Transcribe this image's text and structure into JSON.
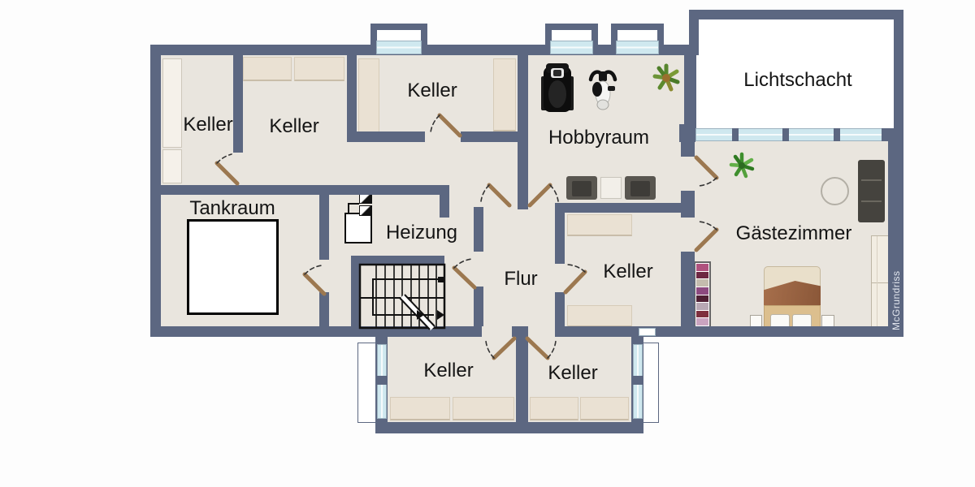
{
  "app": {
    "type": "floor-plan",
    "watermark": "McGrundriss"
  },
  "colors": {
    "wall": "#5c6781",
    "floor": "#e9e5de",
    "window_glass": "#cfe8ef",
    "door_leaf": "#a5805a",
    "door_arc": "#333333",
    "label_text": "#141414",
    "shelf_tan": "#eae1d3",
    "shelf_white": "#f5f1ea",
    "furniture_dark": "#45433e",
    "plant_green": "#4a8f3a",
    "bed_blanket": "#9b6748",
    "tank_fill": "#ffffff"
  },
  "rooms": [
    {
      "id": "keller-nw",
      "label": "Keller"
    },
    {
      "id": "keller-n",
      "label": "Keller"
    },
    {
      "id": "keller-top",
      "label": "Keller"
    },
    {
      "id": "hobbyraum",
      "label": "Hobbyraum"
    },
    {
      "id": "lichtschacht",
      "label": "Lichtschacht"
    },
    {
      "id": "gaestezimmer",
      "label": "Gästezimmer"
    },
    {
      "id": "tankraum",
      "label": "Tankraum"
    },
    {
      "id": "heizung",
      "label": "Heizung"
    },
    {
      "id": "flur",
      "label": "Flur"
    },
    {
      "id": "keller-e",
      "label": "Keller"
    },
    {
      "id": "keller-s1",
      "label": "Keller"
    },
    {
      "id": "keller-s2",
      "label": "Keller"
    }
  ],
  "icons": [
    "oil-tank",
    "heating-boiler",
    "staircase",
    "exercise-machine",
    "exercise-bike",
    "plant",
    "armchair",
    "side-table",
    "sofa",
    "round-table",
    "bookshelf",
    "double-bed",
    "nightstand",
    "wardrobe",
    "window",
    "door"
  ]
}
